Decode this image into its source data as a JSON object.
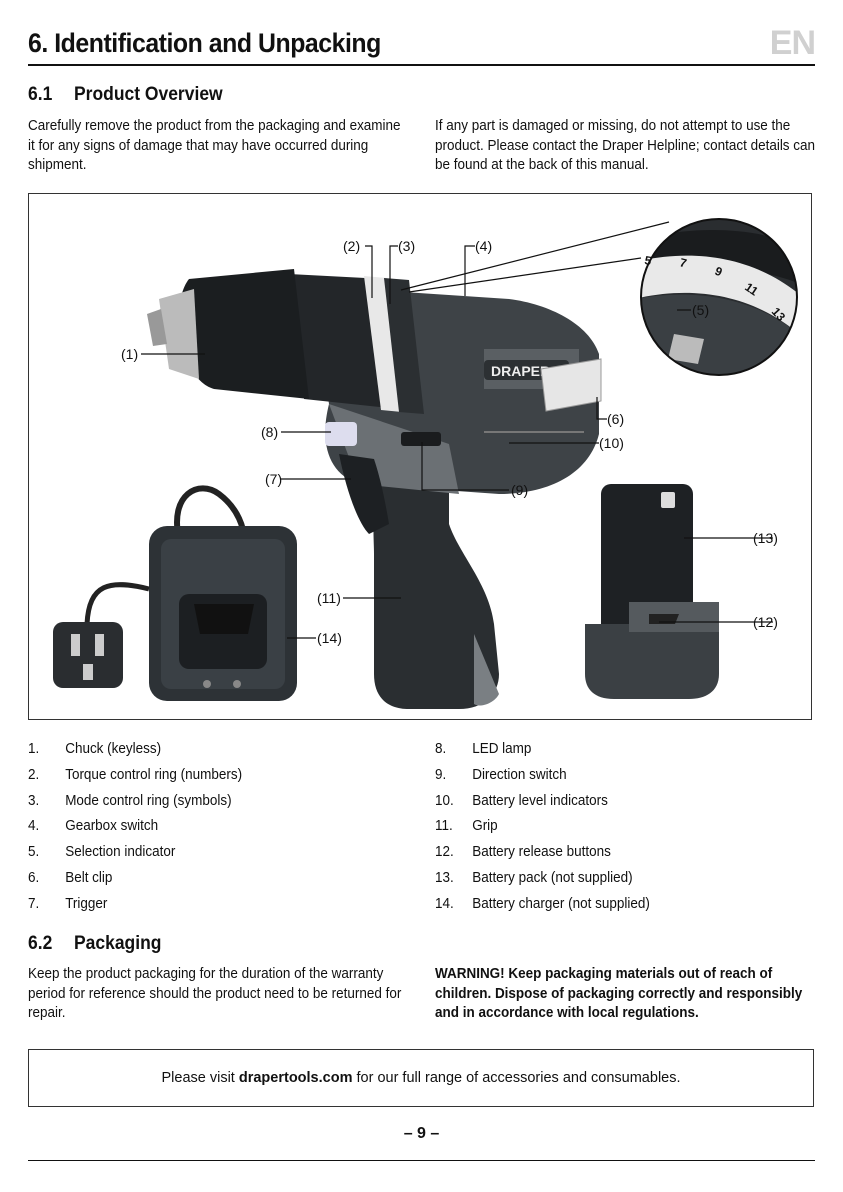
{
  "header": {
    "title": "6. Identification and Unpacking",
    "lang": "EN"
  },
  "overview": {
    "num": "6.1",
    "heading": "Product Overview",
    "para_left": "Carefully remove the product from the packaging and examine it for any signs of damage that may have occurred during shipment.",
    "para_right": "If any part is damaged or missing, do not attempt to use the product. Please contact the Draper Helpline; contact details can be found at the back of this manual."
  },
  "figure": {
    "brand": "DRAPER",
    "dial_numbers": [
      "5",
      "7",
      "9",
      "11",
      "13"
    ],
    "callouts": [
      "(1)",
      "(2)",
      "(3)",
      "(4)",
      "(5)",
      "(6)",
      "(7)",
      "(8)",
      "(9)",
      "(10)",
      "(11)",
      "(12)",
      "(13)",
      "(14)"
    ]
  },
  "parts_left": [
    {
      "n": "1.",
      "label": "Chuck (keyless)"
    },
    {
      "n": "2.",
      "label": "Torque control ring (numbers)"
    },
    {
      "n": "3.",
      "label": "Mode control ring (symbols)"
    },
    {
      "n": "4.",
      "label": "Gearbox switch"
    },
    {
      "n": "5.",
      "label": "Selection indicator"
    },
    {
      "n": "6.",
      "label": "Belt clip"
    },
    {
      "n": "7.",
      "label": "Trigger"
    }
  ],
  "parts_right": [
    {
      "n": "8.",
      "label": "LED lamp"
    },
    {
      "n": "9.",
      "label": "Direction switch"
    },
    {
      "n": "10.",
      "label": "Battery level indicators"
    },
    {
      "n": "11.",
      "label": "Grip"
    },
    {
      "n": "12.",
      "label": "Battery release buttons"
    },
    {
      "n": "13.",
      "label": "Battery pack (not supplied)"
    },
    {
      "n": "14.",
      "label": "Battery charger (not supplied)"
    }
  ],
  "packaging": {
    "num": "6.2",
    "heading": "Packaging",
    "para_left": "Keep the product packaging for the duration of the warranty period for reference should the product need to be returned for repair.",
    "para_right": "WARNING! Keep packaging materials out of reach of children. Dispose of packaging correctly and responsibly and in accordance with local regulations."
  },
  "notice": {
    "pre": "Please visit ",
    "link": "drapertools.com",
    "post": " for our full range of accessories and consumables."
  },
  "page": {
    "number": "– 9 –"
  }
}
